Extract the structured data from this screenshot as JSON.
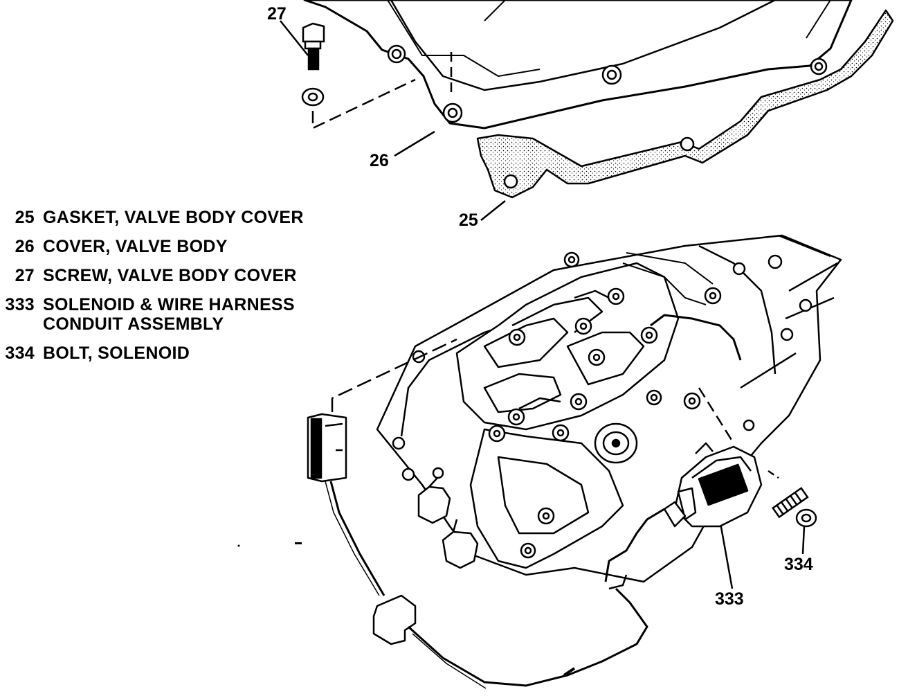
{
  "diagram": {
    "colors": {
      "ink": "#000000",
      "paper": "#ffffff"
    },
    "legend": [
      {
        "num": "25",
        "desc": "GASKET, VALVE BODY COVER"
      },
      {
        "num": "26",
        "desc": "COVER, VALVE BODY"
      },
      {
        "num": "27",
        "desc": "SCREW, VALVE BODY COVER"
      },
      {
        "num": "333",
        "desc": "SOLENOID & WIRE HARNESS\nCONDUIT ASSEMBLY"
      },
      {
        "num": "334",
        "desc": "BOLT, SOLENOID"
      }
    ],
    "callouts": {
      "c27": "27",
      "c26": "26",
      "c25": "25",
      "c333": "333",
      "c334": "334"
    }
  }
}
